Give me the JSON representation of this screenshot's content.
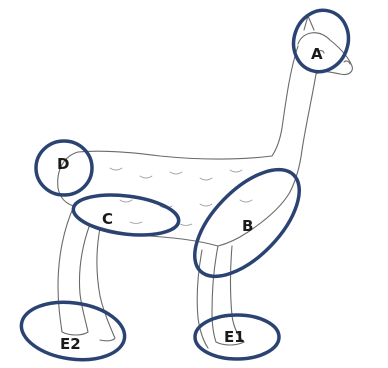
{
  "diagram": {
    "marker_color": "#2b4372",
    "regions": [
      {
        "id": "A",
        "label": "A"
      },
      {
        "id": "B",
        "label": "B"
      },
      {
        "id": "C",
        "label": "C"
      },
      {
        "id": "D",
        "label": "D"
      },
      {
        "id": "E1",
        "label": "E1"
      },
      {
        "id": "E2",
        "label": "E2"
      }
    ]
  }
}
